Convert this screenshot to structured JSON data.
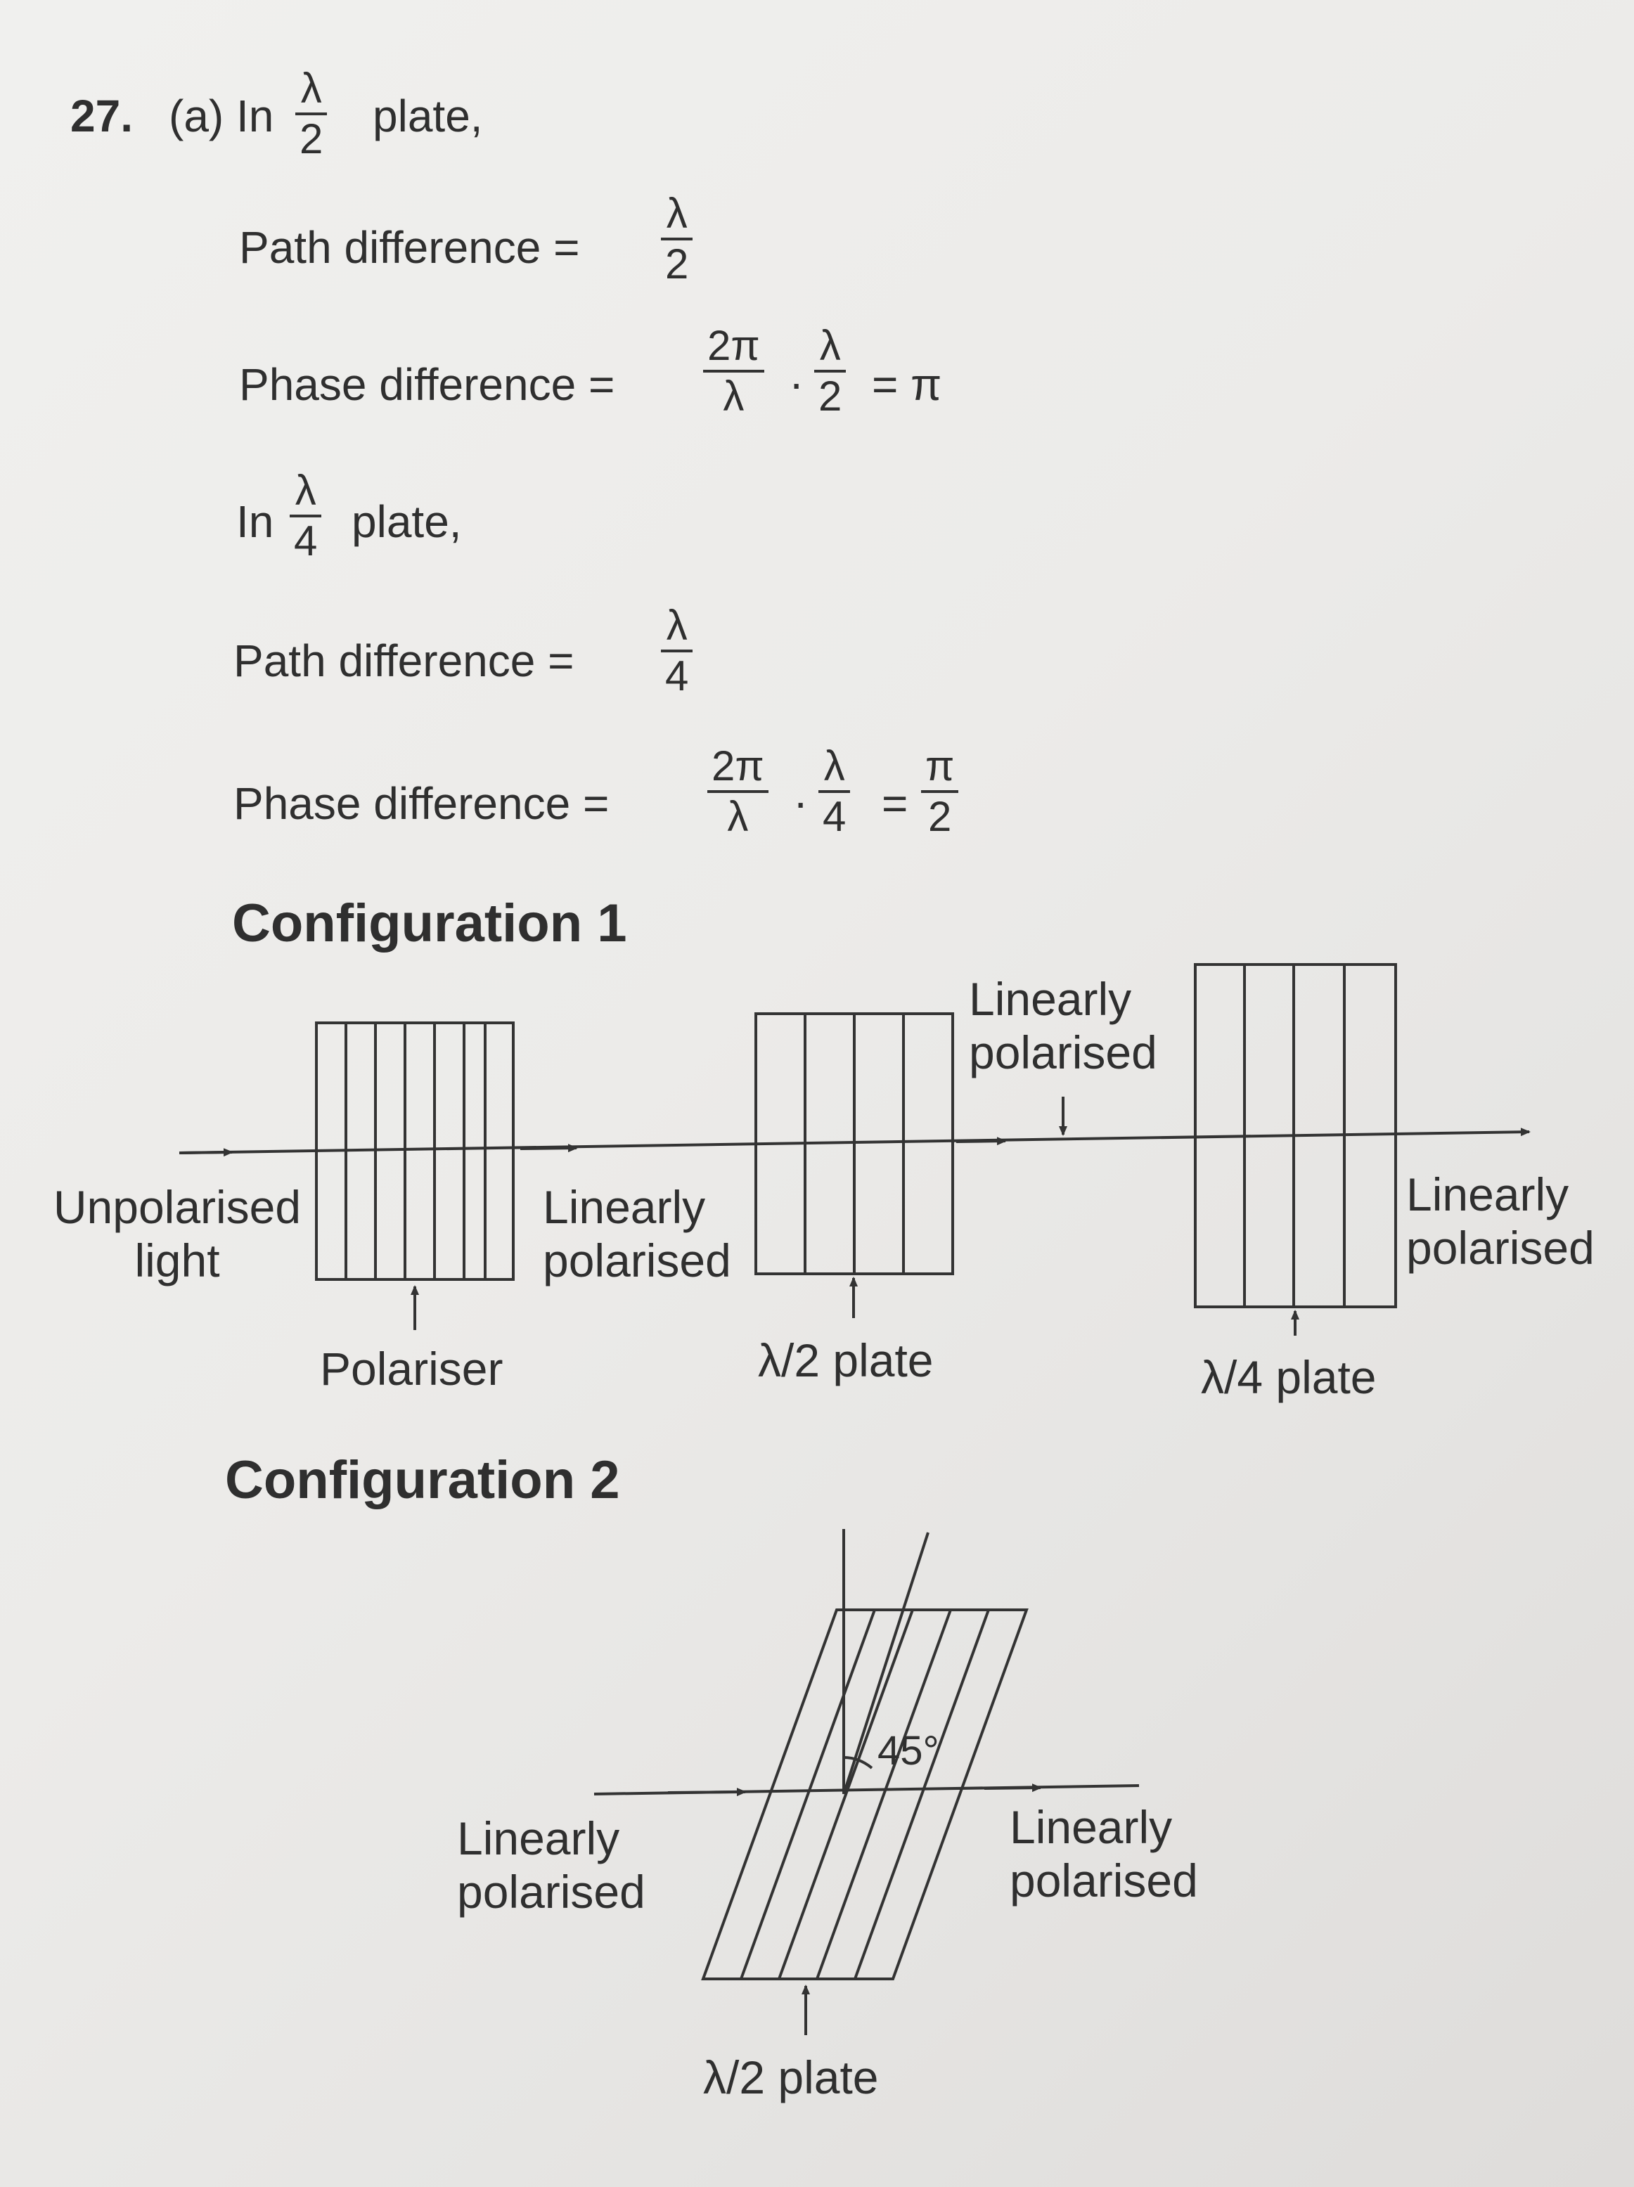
{
  "problem": {
    "number": "27.",
    "part": "(a) In",
    "plate_word": "plate,",
    "half_plate": {
      "frac_num": "λ",
      "frac_den": "2",
      "path_label": "Path difference =",
      "path_num": "λ",
      "path_den": "2",
      "phase_label": "Phase difference =",
      "phase_f1_num": "2π",
      "phase_f1_den": "λ",
      "dot": "·",
      "phase_f2_num": "λ",
      "phase_f2_den": "2",
      "phase_result": "= π"
    },
    "quarter_plate": {
      "intro": "In",
      "frac_num": "λ",
      "frac_den": "4",
      "plate_word": "plate,",
      "path_label": "Path difference =",
      "path_num": "λ",
      "path_den": "4",
      "phase_label": "Phase difference =",
      "phase_f1_num": "2π",
      "phase_f1_den": "λ",
      "dot": "·",
      "phase_f2_num": "λ",
      "phase_f2_den": "4",
      "eq": "=",
      "phase_result_num": "π",
      "phase_result_den": "2"
    }
  },
  "config1": {
    "heading": "Configuration 1",
    "unpolarised": [
      "Unpolarised",
      "light"
    ],
    "polariser": "Polariser",
    "linear_after_polariser": [
      "Linearly",
      "polarised"
    ],
    "half_plate": "λ/2 plate",
    "linear_top": [
      "Linearly",
      "polarised"
    ],
    "quarter_plate": "λ/4 plate",
    "linear_right": [
      "Linearly",
      "polarised"
    ]
  },
  "config2": {
    "heading": "Configuration 2",
    "angle": "45°",
    "linear_left": [
      "Linearly",
      "polarised"
    ],
    "linear_right": [
      "Linearly",
      "polarised"
    ],
    "half_plate": "λ/2 plate"
  }
}
